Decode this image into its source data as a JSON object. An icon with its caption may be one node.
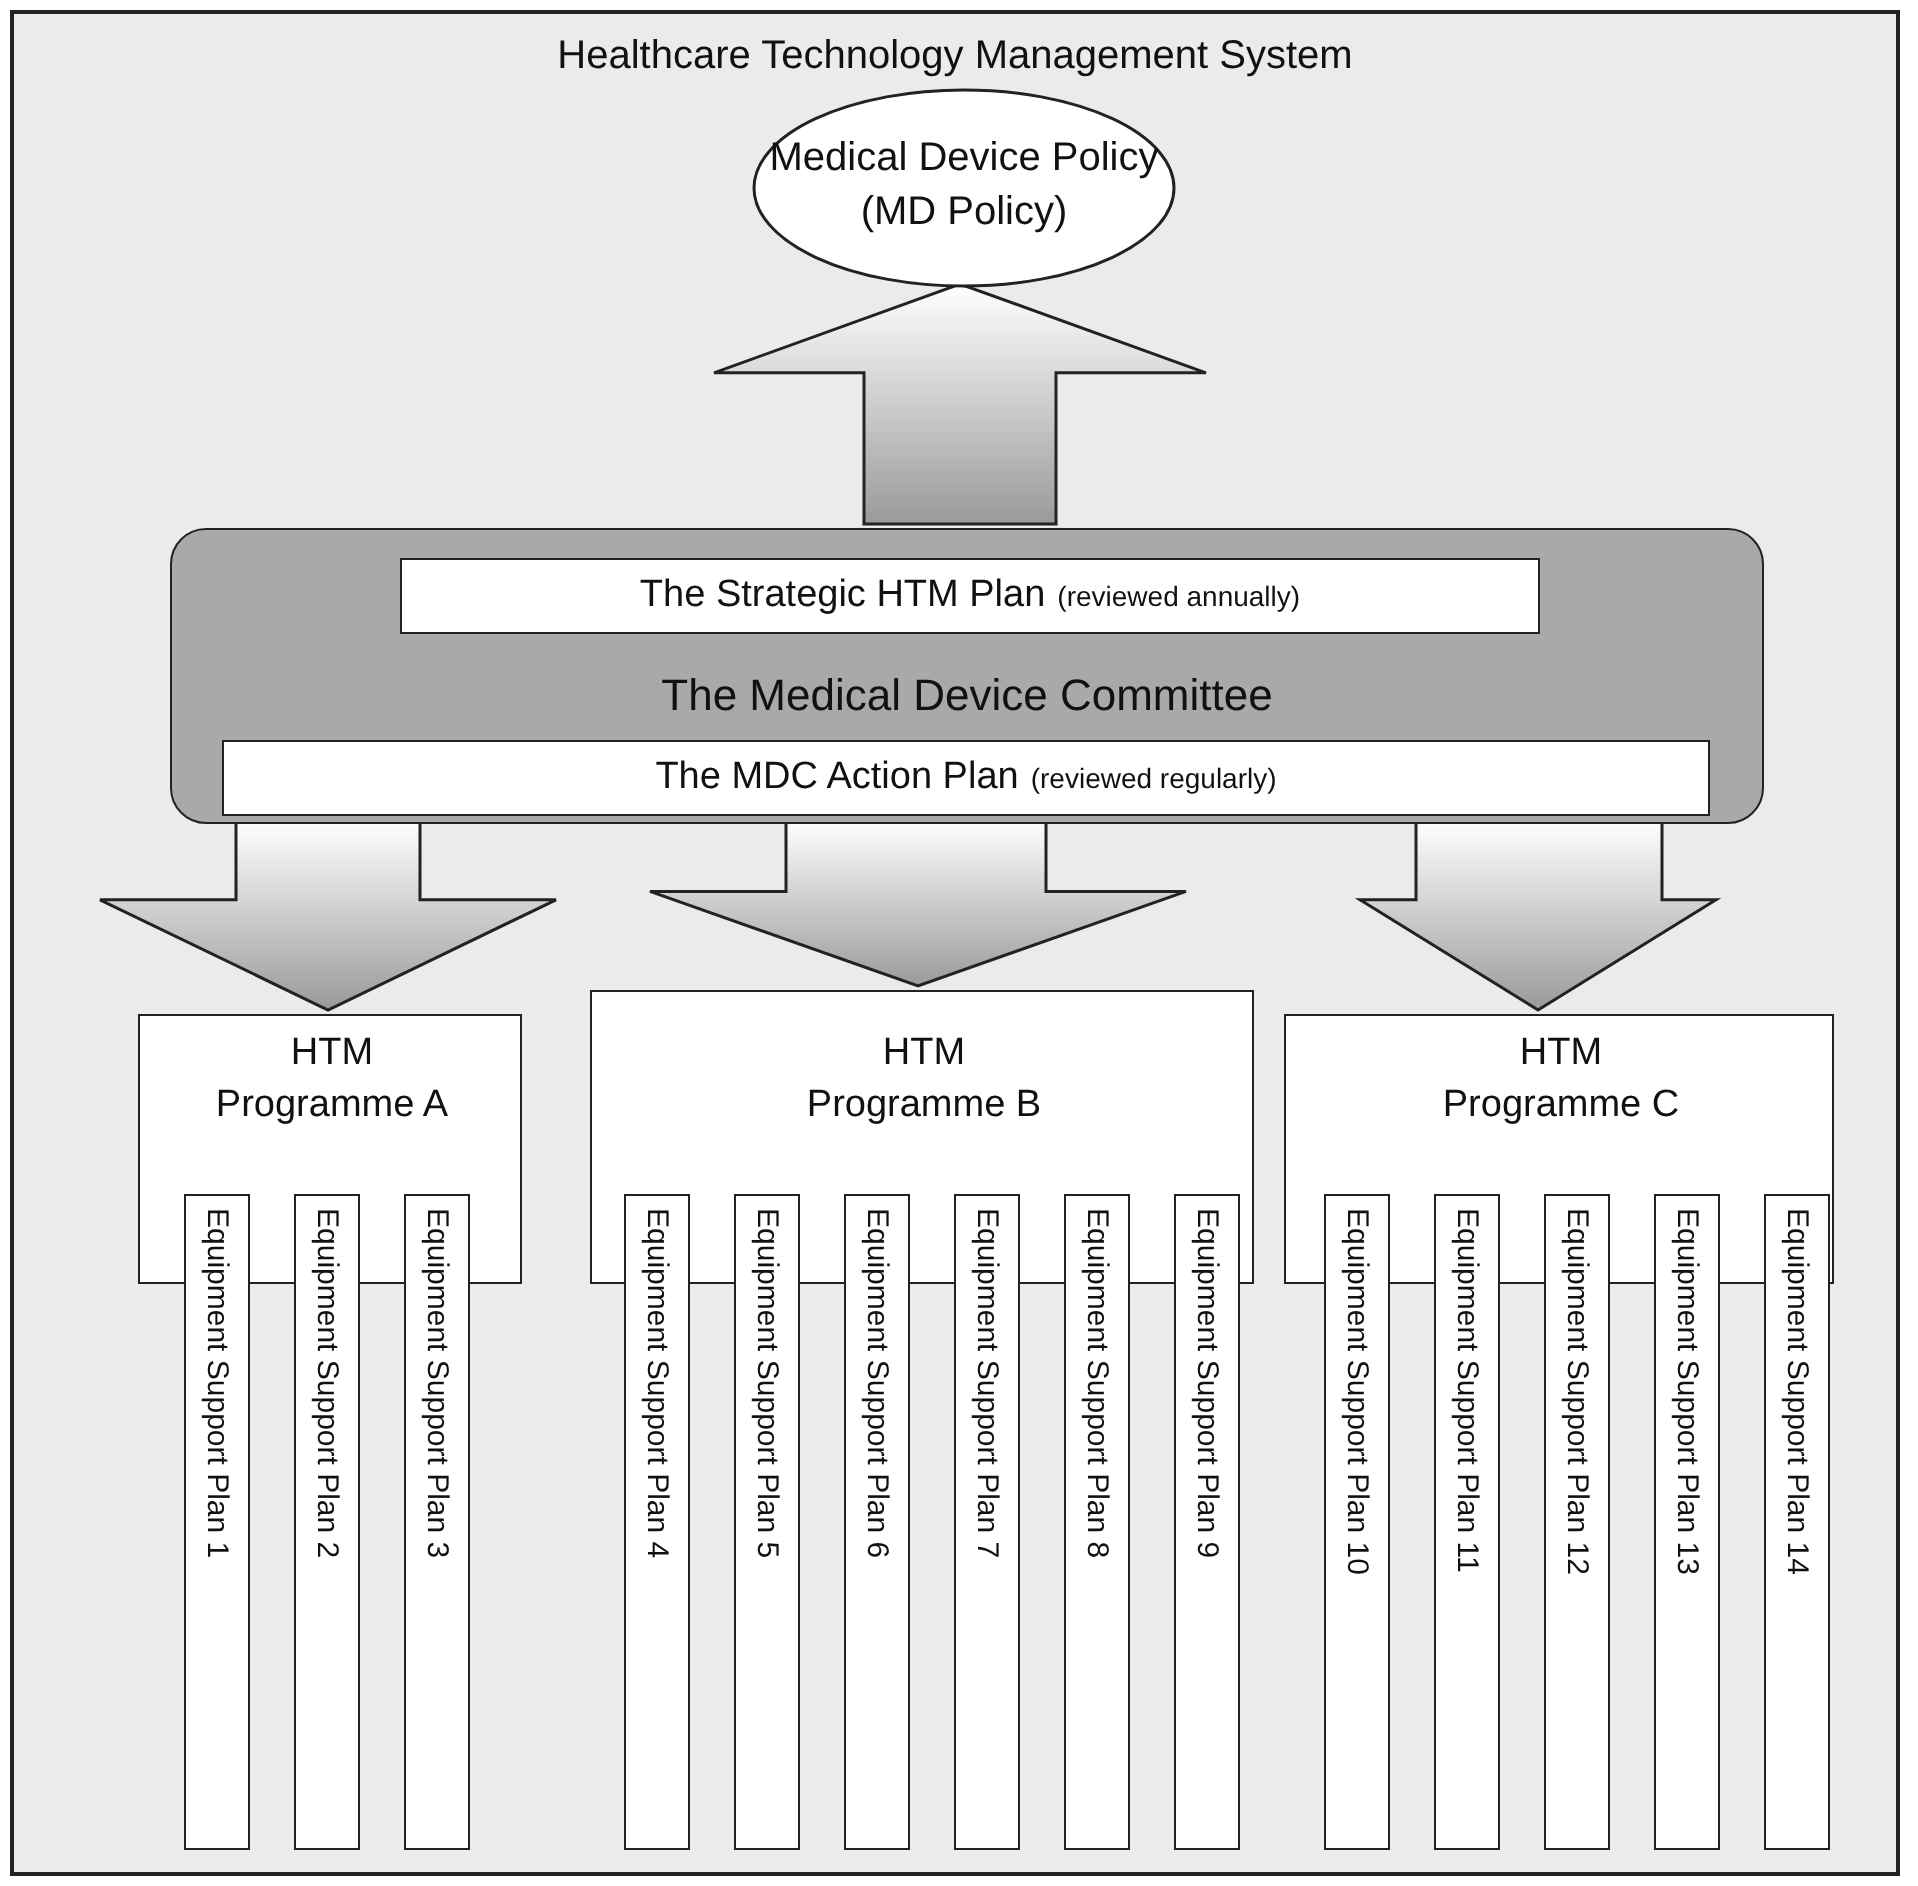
{
  "diagram": {
    "nodes": [
      {
        "text": [
          "Healthcare Technology Management System"
        ]
      },
      {
        "text": [
          "Medical Device Policy (MD Policy)"
        ],
        "in": 0
      },
      {
        "text": [
          "The Medical Device Committee"
        ],
        "in": 0
      },
      {
        "text": [
          "The Strategic HTM Plan",
          "(reviewed annually)"
        ],
        "in": 2
      },
      {
        "text": [
          "The MDC Action Plan",
          "(reviewed regularly)"
        ],
        "in": 2
      },
      {
        "text": [
          "HTM Programme A"
        ],
        "in": 0
      },
      {
        "text": [
          "HTM Programme B"
        ],
        "in": 0
      },
      {
        "text": [
          "HTM Programme C"
        ],
        "in": 0
      },
      {
        "text": [
          "Equipment Support Plan 1"
        ],
        "in": 0
      },
      {
        "text": [
          "Equipment Support Plan 2"
        ],
        "in": 0
      },
      {
        "text": [
          "Equipment Support Plan 3"
        ],
        "in": 0
      },
      {
        "text": [
          "Equipment Support Plan 4"
        ],
        "in": 0
      },
      {
        "text": [
          "Equipment Support Plan 5"
        ],
        "in": 0
      },
      {
        "text": [
          "Equipment Support Plan 6"
        ],
        "in": 0
      },
      {
        "text": [
          "Equipment Support Plan 7"
        ],
        "in": 0
      },
      {
        "text": [
          "Equipment Support Plan 8"
        ],
        "in": 0
      },
      {
        "text": [
          "Equipment Support Plan 9"
        ],
        "in": 0
      },
      {
        "text": [
          "Equipment Support Plan 10"
        ],
        "in": 0
      },
      {
        "text": [
          "Equipment Support Plan 11"
        ],
        "in": 0
      },
      {
        "text": [
          "Equipment Support Plan 12"
        ],
        "in": 0
      },
      {
        "text": [
          "Equipment Support Plan 13"
        ],
        "in": 0
      },
      {
        "text": [
          "Equipment Support Plan 14"
        ],
        "in": 0
      }
    ],
    "edges": [
      {
        "from": 2,
        "to": 1,
        "arrow": "to"
      },
      {
        "from": 2,
        "to": 5,
        "arrow": "to"
      },
      {
        "from": 2,
        "to": 6,
        "arrow": "to"
      },
      {
        "from": 2,
        "to": 7,
        "arrow": "to"
      }
    ]
  }
}
